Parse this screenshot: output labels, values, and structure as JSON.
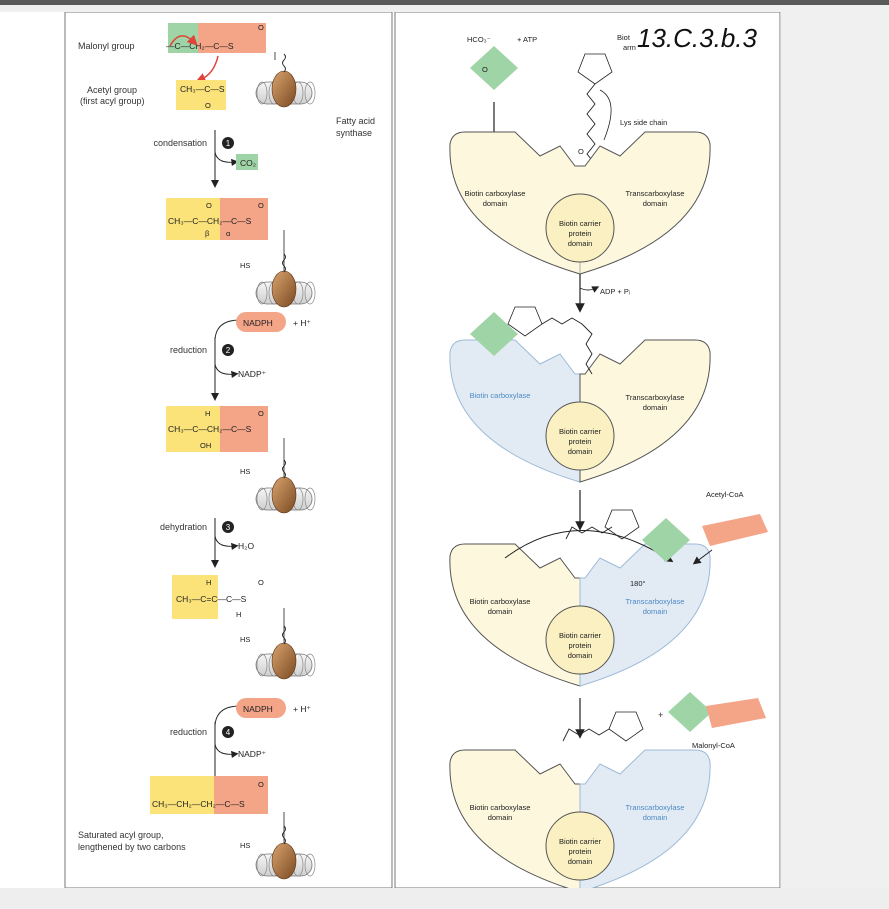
{
  "figure_code": "13.C.3.b.3",
  "colors": {
    "acyl_yellow": "#fbe37a",
    "malonyl_salmon": "#f4a487",
    "co2_green": "#9fd4a6",
    "domain_fill": "#fdf7dd",
    "domain_active_fill": "#e2ebf4",
    "active_text": "#4d8ac5",
    "carrier_fill": "#fbf0c2"
  },
  "left": {
    "labels": {
      "malonyl_group": "Malonyl group",
      "acetyl_group": "Acetyl group",
      "first_acyl": "(first acyl group)",
      "fatty_acid": "Fatty acid",
      "synthase": "synthase",
      "saturated": "Saturated acyl group,",
      "lengthened": "lengthened by two carbons"
    },
    "steps": [
      {
        "num": "1",
        "label": "condensation",
        "product": "CO₂"
      },
      {
        "num": "2",
        "label": "reduction",
        "cofactor_in": "NADPH",
        "plus_h": "+ H⁺",
        "cofactor_out": "NADP⁺"
      },
      {
        "num": "3",
        "label": "dehydration",
        "product": "H₂O"
      },
      {
        "num": "4",
        "label": "reduction",
        "cofactor_in": "NADPH",
        "plus_h": "+ H⁺",
        "cofactor_out": "NADP⁺"
      }
    ],
    "chem": {
      "malonyl_text": "—C—CH₂—C—S",
      "acetyl_text": "CH₃—C—S",
      "ketoacyl_text": "CH₃—C—CH₂—C—S",
      "beta": "β",
      "alpha": "α",
      "hydroxy_text": "CH₃—C—CH₂—C—S",
      "h_atom": "H",
      "oh": "OH",
      "enoyl_text": "CH₃—C=C—C—S",
      "saturated_text": "CH₃—CH₂—CH₂—C—S",
      "hs": "HS",
      "oxygen": "O"
    }
  },
  "right": {
    "hco3": "HCO₃⁻",
    "atp": "+ ATP",
    "biotin_arm": "Biotin arm",
    "biotin_short": "Biot",
    "arm": "arm",
    "lys_side_chain": "Lys side chain",
    "adp_pi": "ADP + Pᵢ",
    "acetyl_coa": "Acetyl-CoA",
    "malonyl_coa": "Malonyl-CoA",
    "degrees": "180°",
    "plus": "+",
    "panels": [
      {
        "biotin_carboxylase": "Biotin carboxylase",
        "bc_domain": "domain",
        "transcarboxylase": "Transcarboxylase",
        "tc_domain": "domain",
        "carrier": [
          "Biotin carrier",
          "protein",
          "domain"
        ]
      },
      {
        "biotin_carboxylase": "Biotin carboxylase",
        "bc_domain": "",
        "transcarboxylase": "Transcarboxylase",
        "tc_domain": "domain",
        "carrier": [
          "Biotin carrier",
          "protein",
          "domain"
        ]
      },
      {
        "biotin_carboxylase": "Biotin carboxylase",
        "bc_domain": "domain",
        "transcarboxylase": "Transcarboxylase",
        "tc_domain": "domain",
        "carrier": [
          "Biotin carrier",
          "protein",
          "domain"
        ]
      },
      {
        "biotin_carboxylase": "Biotin carboxylase",
        "bc_domain": "domain",
        "transcarboxylase": "Transcarboxylase",
        "tc_domain": "domain",
        "carrier": [
          "Biotin carrier",
          "protein",
          "domain"
        ]
      }
    ]
  }
}
